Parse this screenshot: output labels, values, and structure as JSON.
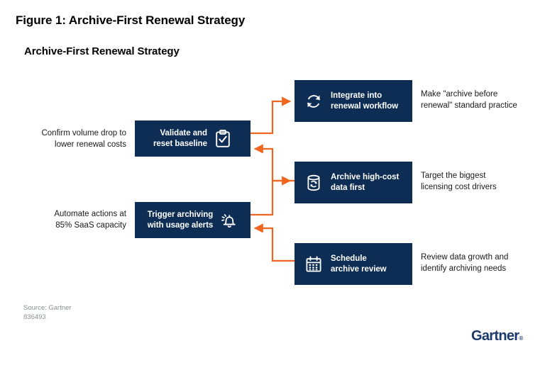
{
  "figure": {
    "figure_title": "Figure 1: Archive-First Renewal Strategy",
    "chart_title": "Archive-First Renewal Strategy"
  },
  "colors": {
    "navy": "#0e2d55",
    "orange": "#f2651f",
    "logo_navy": "#1b3a6b",
    "source_gray": "#8a8d91",
    "white": "#ffffff"
  },
  "drivers": [
    {
      "id": "validate-reset-baseline",
      "caption": "Confirm volume drop to\nlower renewal costs",
      "label": "Validate and\nreset baseline",
      "icon": "clipboard-check-icon"
    },
    {
      "id": "trigger-archiving",
      "caption": "Automate actions at\n85% SaaS capacity",
      "label": "Trigger archiving\nwith usage alerts",
      "icon": "bell-alert-icon"
    }
  ],
  "actions": [
    {
      "id": "integrate-renewal-workflow",
      "label": "Integrate into\nrenewal workflow",
      "icon": "sync-refresh-icon",
      "outcome": "Make \"archive before\nrenewal\" standard practice"
    },
    {
      "id": "archive-high-cost-data",
      "label": "Archive high-cost\ndata first",
      "icon": "database-recycle-icon",
      "outcome": "Target the biggest\nlicensing cost drivers"
    },
    {
      "id": "schedule-archive-review",
      "label": "Schedule\narchive review",
      "icon": "calendar-icon",
      "outcome": "Review data growth and\nidentify archiving needs"
    }
  ],
  "footer": {
    "source": "Source: Gartner\n836493",
    "logo_text": "Gartner",
    "logo_mark": "®"
  }
}
